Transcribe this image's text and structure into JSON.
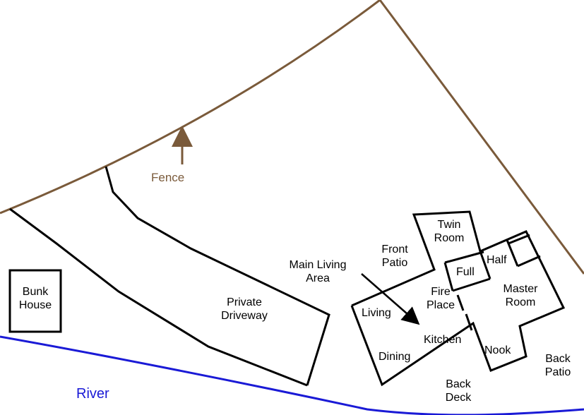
{
  "colors": {
    "fence": "#7a5a3a",
    "river": "#1a1ad6",
    "outline": "#000000",
    "background": "#ffffff"
  },
  "labels": {
    "fence": "Fence",
    "river": "River",
    "bunk_house": [
      "Bunk",
      "House"
    ],
    "private_driveway": [
      "Private",
      "Driveway"
    ],
    "main_living_area": [
      "Main Living",
      "Area"
    ],
    "front_patio": [
      "Front",
      "Patio"
    ],
    "twin_room": [
      "Twin",
      "Room"
    ],
    "half": "Half",
    "full": "Full",
    "fire_place": [
      "Fire",
      "Place"
    ],
    "master_room": [
      "Master",
      "Room"
    ],
    "living": "Living",
    "kitchen": "Kitchen",
    "dining": "Dining",
    "nook": "Nook",
    "back_patio": [
      "Back",
      "Patio"
    ],
    "back_deck": [
      "Back",
      "Deck"
    ]
  }
}
